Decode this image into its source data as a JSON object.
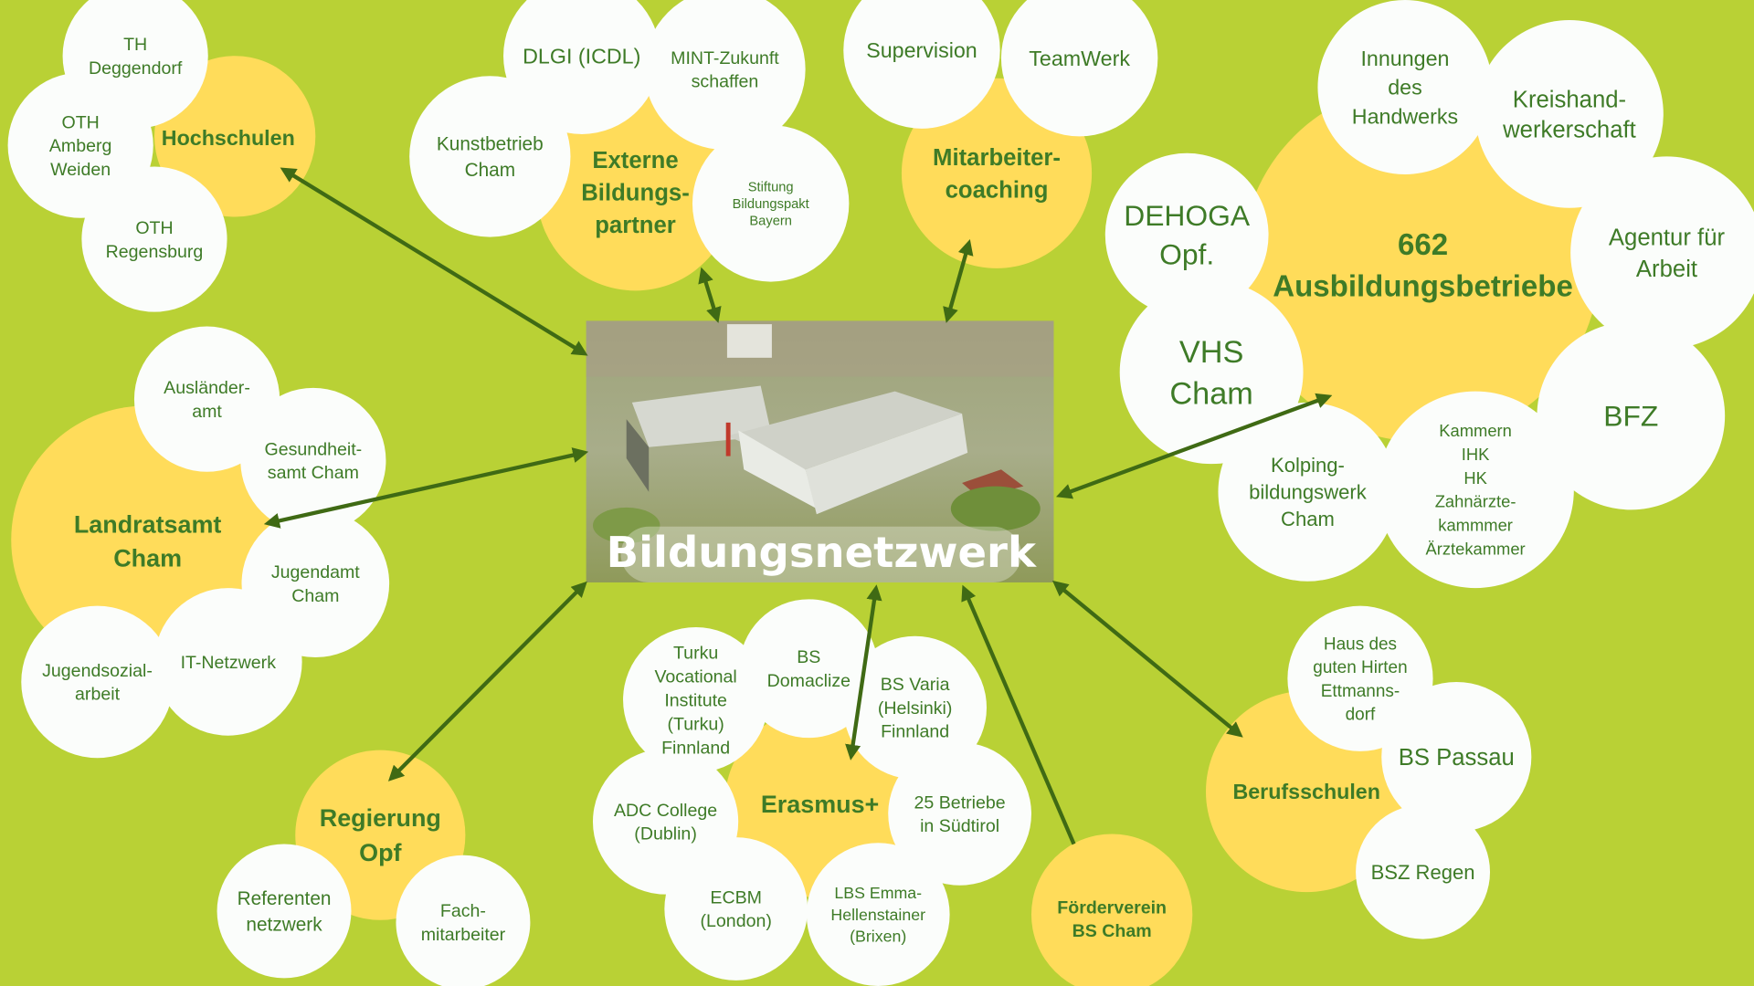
{
  "title": "Bildungsnetzwerk",
  "colors": {
    "background": "#b9d135",
    "hub": "#ffdc5a",
    "partner": "#fbfdfb",
    "text": "#3e7b27",
    "arrow": "#3f6a14"
  },
  "nodes": {
    "hochschulen": {
      "type": "hub",
      "lines": [
        "Hochschulen"
      ]
    },
    "th_deggendorf": {
      "type": "partner",
      "lines": [
        "TH",
        "Deggendorf"
      ]
    },
    "oth_amberg": {
      "type": "partner",
      "lines": [
        "OTH",
        "Amberg",
        "Weiden"
      ]
    },
    "oth_regensburg": {
      "type": "partner",
      "lines": [
        "OTH",
        "Regensburg"
      ]
    },
    "externe": {
      "type": "hub",
      "lines": [
        "Externe",
        "Bildungs-",
        "partner"
      ]
    },
    "dlgi": {
      "type": "partner",
      "lines": [
        "DLGI (ICDL)"
      ]
    },
    "mint": {
      "type": "partner",
      "lines": [
        "MINT-Zukunft",
        "schaffen"
      ]
    },
    "kunstbetrieb": {
      "type": "partner",
      "lines": [
        "Kunstbetrieb",
        "Cham"
      ]
    },
    "stiftung": {
      "type": "partner",
      "lines": [
        "Stiftung",
        "Bildungspakt",
        "Bayern"
      ]
    },
    "coaching": {
      "type": "hub",
      "lines": [
        "Mitarbeiter-",
        "coaching"
      ]
    },
    "supervision": {
      "type": "partner",
      "lines": [
        "Supervision"
      ]
    },
    "teamwerk": {
      "type": "partner",
      "lines": [
        "TeamWerk"
      ]
    },
    "betriebe": {
      "type": "hub",
      "lines": [
        "662",
        "Ausbildungsbetriebe"
      ]
    },
    "innungen": {
      "type": "partner",
      "lines": [
        "Innungen",
        "des",
        "Handwerks"
      ]
    },
    "kreishand": {
      "type": "partner",
      "lines": [
        "Kreishand-",
        "werkerschaft"
      ]
    },
    "agentur": {
      "type": "partner",
      "lines": [
        "Agentur für",
        "Arbeit"
      ]
    },
    "bfz": {
      "type": "partner",
      "lines": [
        "BFZ"
      ]
    },
    "kammern": {
      "type": "partner",
      "lines": [
        "Kammern",
        "IHK",
        "HK",
        "Zahnärzte-",
        "kammmer",
        "Ärztekammer"
      ]
    },
    "kolping": {
      "type": "partner",
      "lines": [
        "Kolping-",
        "bildungswerk",
        "Cham"
      ]
    },
    "vhs": {
      "type": "partner",
      "lines": [
        "VHS",
        "Cham"
      ]
    },
    "dehoga": {
      "type": "partner",
      "lines": [
        "DEHOGA",
        "Opf."
      ]
    },
    "landratsamt": {
      "type": "hub",
      "lines": [
        "Landratsamt",
        "Cham"
      ]
    },
    "auslaenderamt": {
      "type": "partner",
      "lines": [
        "Ausländer-",
        "amt"
      ]
    },
    "gesundheitsamt": {
      "type": "partner",
      "lines": [
        "Gesundheit-",
        "samt Cham"
      ]
    },
    "jugendamt": {
      "type": "partner",
      "lines": [
        "Jugendamt",
        "Cham"
      ]
    },
    "it_netzwerk": {
      "type": "partner",
      "lines": [
        "IT-Netzwerk"
      ]
    },
    "jugendsozial": {
      "type": "partner",
      "lines": [
        "Jugendsozial-",
        "arbeit"
      ]
    },
    "regierung": {
      "type": "hub",
      "lines": [
        "Regierung",
        "Opf"
      ]
    },
    "referenten": {
      "type": "partner",
      "lines": [
        "Referenten",
        "netzwerk"
      ]
    },
    "fachmitarbeiter": {
      "type": "partner",
      "lines": [
        "Fach-",
        "mitarbeiter"
      ]
    },
    "erasmus": {
      "type": "hub",
      "lines": [
        "Erasmus+"
      ]
    },
    "turku": {
      "type": "partner",
      "lines": [
        "Turku",
        "Vocational",
        "Institute",
        "(Turku)",
        "Finnland"
      ]
    },
    "domaclize": {
      "type": "partner",
      "lines": [
        "BS",
        "Domaclize"
      ]
    },
    "varia": {
      "type": "partner",
      "lines": [
        "BS Varia",
        "(Helsinki)",
        "Finnland"
      ]
    },
    "adc": {
      "type": "partner",
      "lines": [
        "ADC College",
        "(Dublin)"
      ]
    },
    "suedtirol": {
      "type": "partner",
      "lines": [
        "25 Betriebe",
        "in Südtirol"
      ]
    },
    "ecbm": {
      "type": "partner",
      "lines": [
        "ECBM",
        "(London)"
      ]
    },
    "lbs": {
      "type": "partner",
      "lines": [
        "LBS Emma-",
        "Hellenstainer",
        "(Brixen)"
      ]
    },
    "foerderverein": {
      "type": "hub",
      "lines": [
        "Förderverein",
        "BS Cham"
      ]
    },
    "berufsschulen": {
      "type": "hub",
      "lines": [
        "Berufsschulen"
      ]
    },
    "haus_hirten": {
      "type": "partner",
      "lines": [
        "Haus des",
        "guten Hirten",
        "Ettmanns-",
        "dorf"
      ]
    },
    "bs_passau": {
      "type": "partner",
      "lines": [
        "BS Passau"
      ]
    },
    "bsz_regen": {
      "type": "partner",
      "lines": [
        "BSZ Regen"
      ]
    }
  }
}
